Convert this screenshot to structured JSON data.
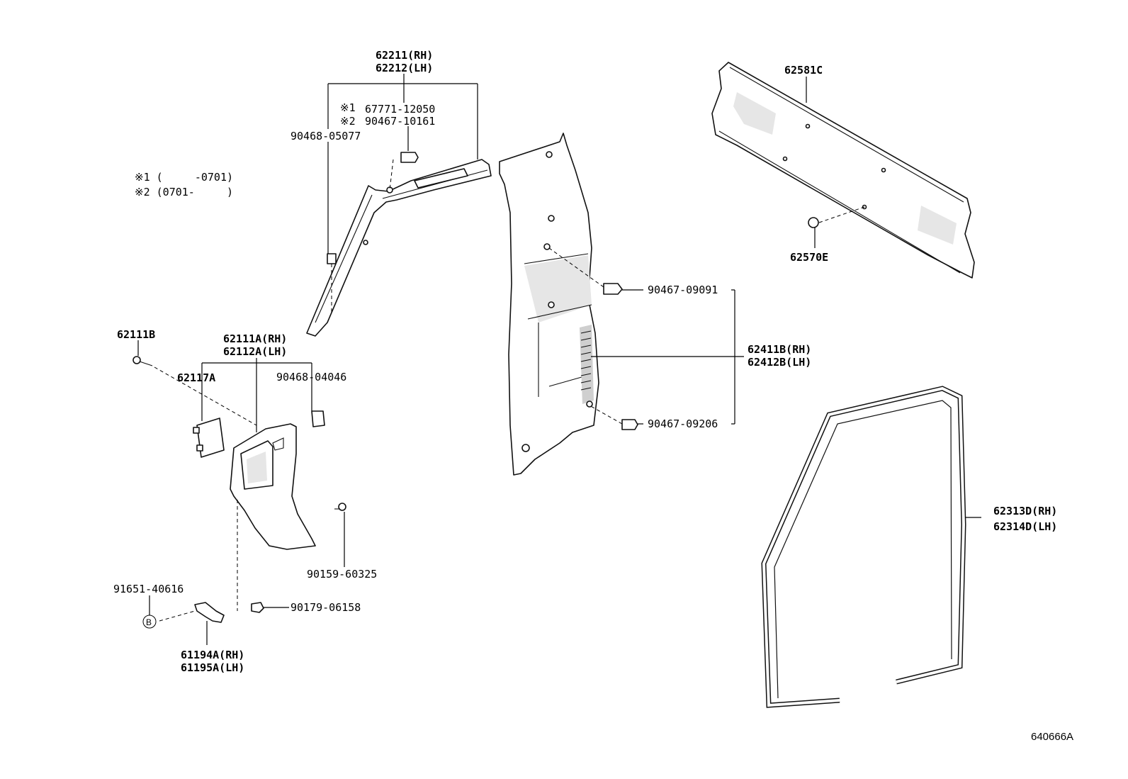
{
  "labels": {
    "p62211": "62211(RH)",
    "p62212": "62212(LH)",
    "note1_mark": "※1",
    "p67771": "67771-12050",
    "note2_mark": "※2",
    "p90467_10161": "90467-10161",
    "p90468_05077": "90468-05077",
    "legend1": "※1 (     -0701)",
    "legend2": "※2 (0701-     )",
    "p62581C": "62581C",
    "p62570E": "62570E",
    "p90467_09091": "90467-09091",
    "p62411B": "62411B(RH)",
    "p62412B": "62412B(LH)",
    "p90467_09206": "90467-09206",
    "p62111B": "62111B",
    "p62111A": "62111A(RH)",
    "p62112A": "62112A(LH)",
    "p62117A": "62117A",
    "p90468_04046": "90468-04046",
    "p90159_60325": "90159-60325",
    "p91651_40616": "91651-40616",
    "circle_B": "B",
    "p90179_06158": "90179-06158",
    "p61194A": "61194A(RH)",
    "p61195A": "61195A(LH)",
    "p62313D": "62313D(RH)",
    "p62314D": "62314D(LH)",
    "diagram_id": "640666A"
  }
}
